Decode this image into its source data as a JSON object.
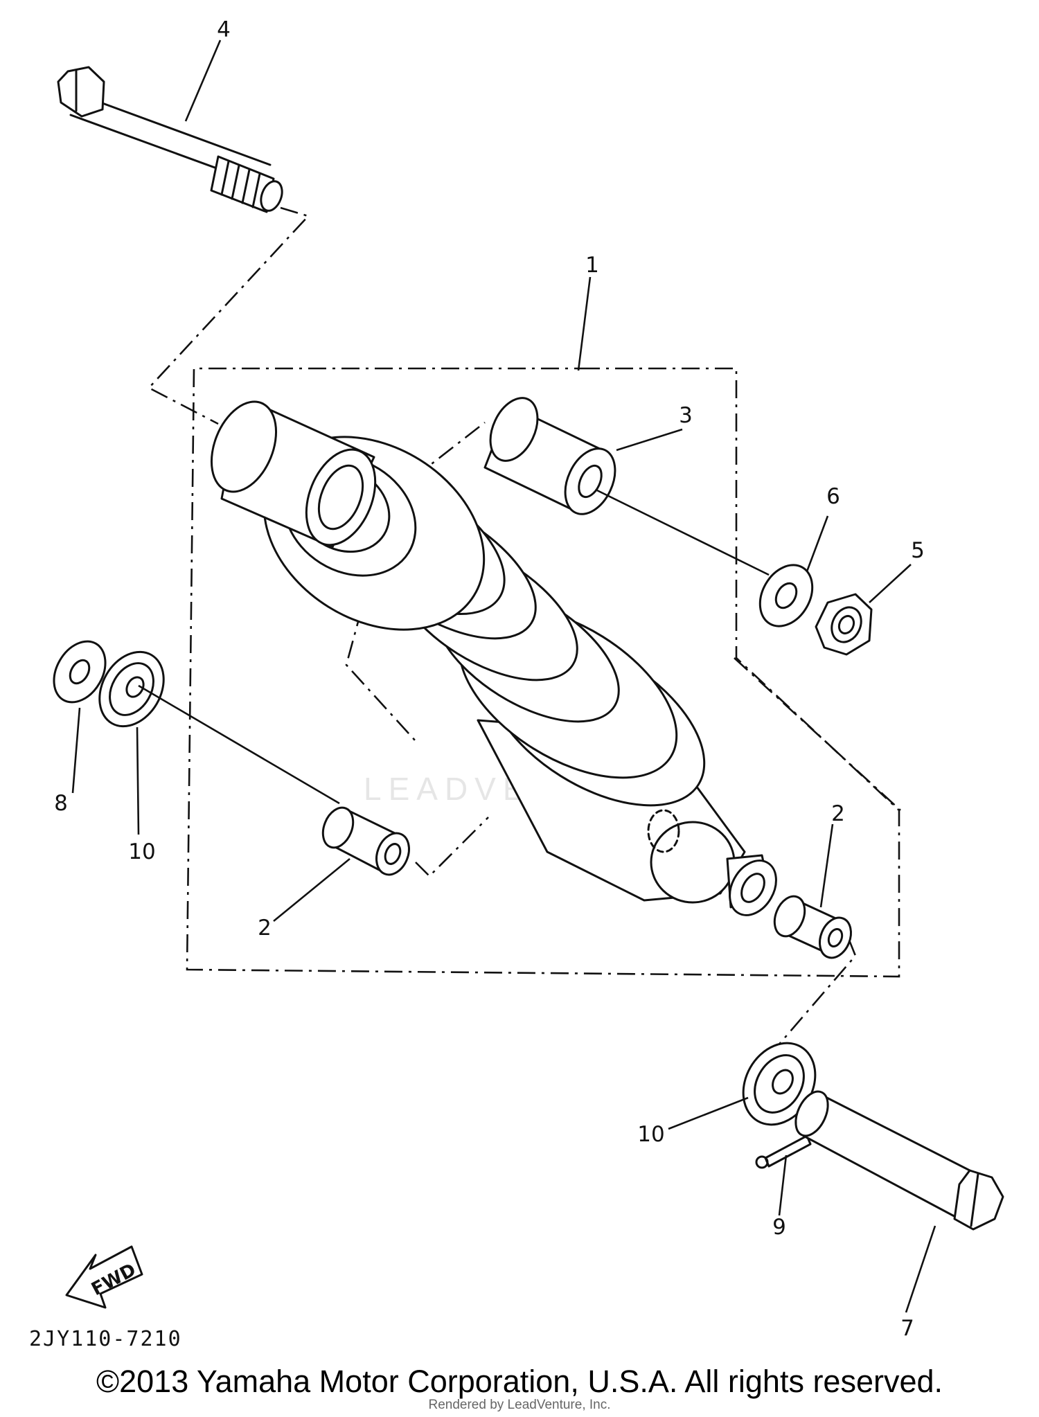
{
  "callouts": [
    {
      "label": "1"
    },
    {
      "label": "2"
    },
    {
      "label": "2"
    },
    {
      "label": "3"
    },
    {
      "label": "4"
    },
    {
      "label": "5"
    },
    {
      "label": "6"
    },
    {
      "label": "7"
    },
    {
      "label": "8"
    },
    {
      "label": "9"
    },
    {
      "label": "10"
    },
    {
      "label": "10"
    }
  ],
  "fwd_label": "FWD",
  "diagram_code": "2JY110-7210",
  "watermark": "LEADVENTURE",
  "copyright": "©2013 Yamaha Motor Corporation, U.S.A. All rights reserved.",
  "rendered_by": "Rendered by LeadVenture, Inc."
}
